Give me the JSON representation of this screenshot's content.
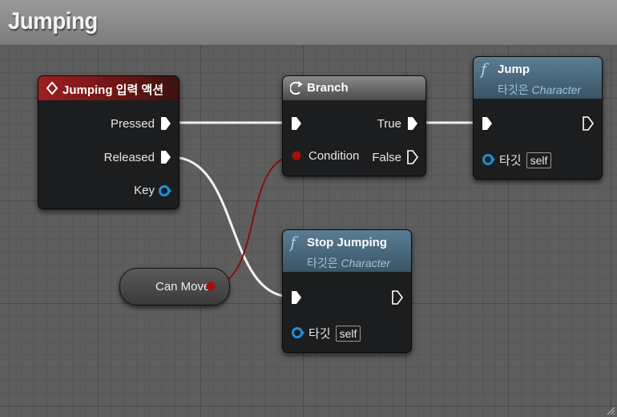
{
  "graph": {
    "title": "Jumping"
  },
  "nodes": {
    "input_action": {
      "title": "Jumping 입력 액션",
      "pins": {
        "pressed": "Pressed",
        "released": "Released",
        "key": "Key"
      }
    },
    "branch": {
      "title": "Branch",
      "pins": {
        "condition": "Condition",
        "true": "True",
        "false": "False"
      }
    },
    "jump": {
      "title": "Jump",
      "target_prefix": "타깃은 ",
      "target_class": "Character",
      "target_pin": "타깃",
      "target_default": "self"
    },
    "stop_jumping": {
      "title": "Stop Jumping",
      "target_prefix": "타깃은 ",
      "target_class": "Character",
      "target_pin": "타깃",
      "target_default": "self"
    },
    "can_move": {
      "label": "Can Move"
    }
  },
  "colors": {
    "event_header": "#8b1c1c",
    "function_header": "#3f5e73",
    "exec_wire": "#ffffff",
    "bool_wire": "#8a0e0e",
    "object_pin": "#1e8fd8"
  },
  "icons": {
    "input_action": "diamond-event-icon",
    "branch": "branch-arrow-icon",
    "function": "function-f-icon"
  }
}
